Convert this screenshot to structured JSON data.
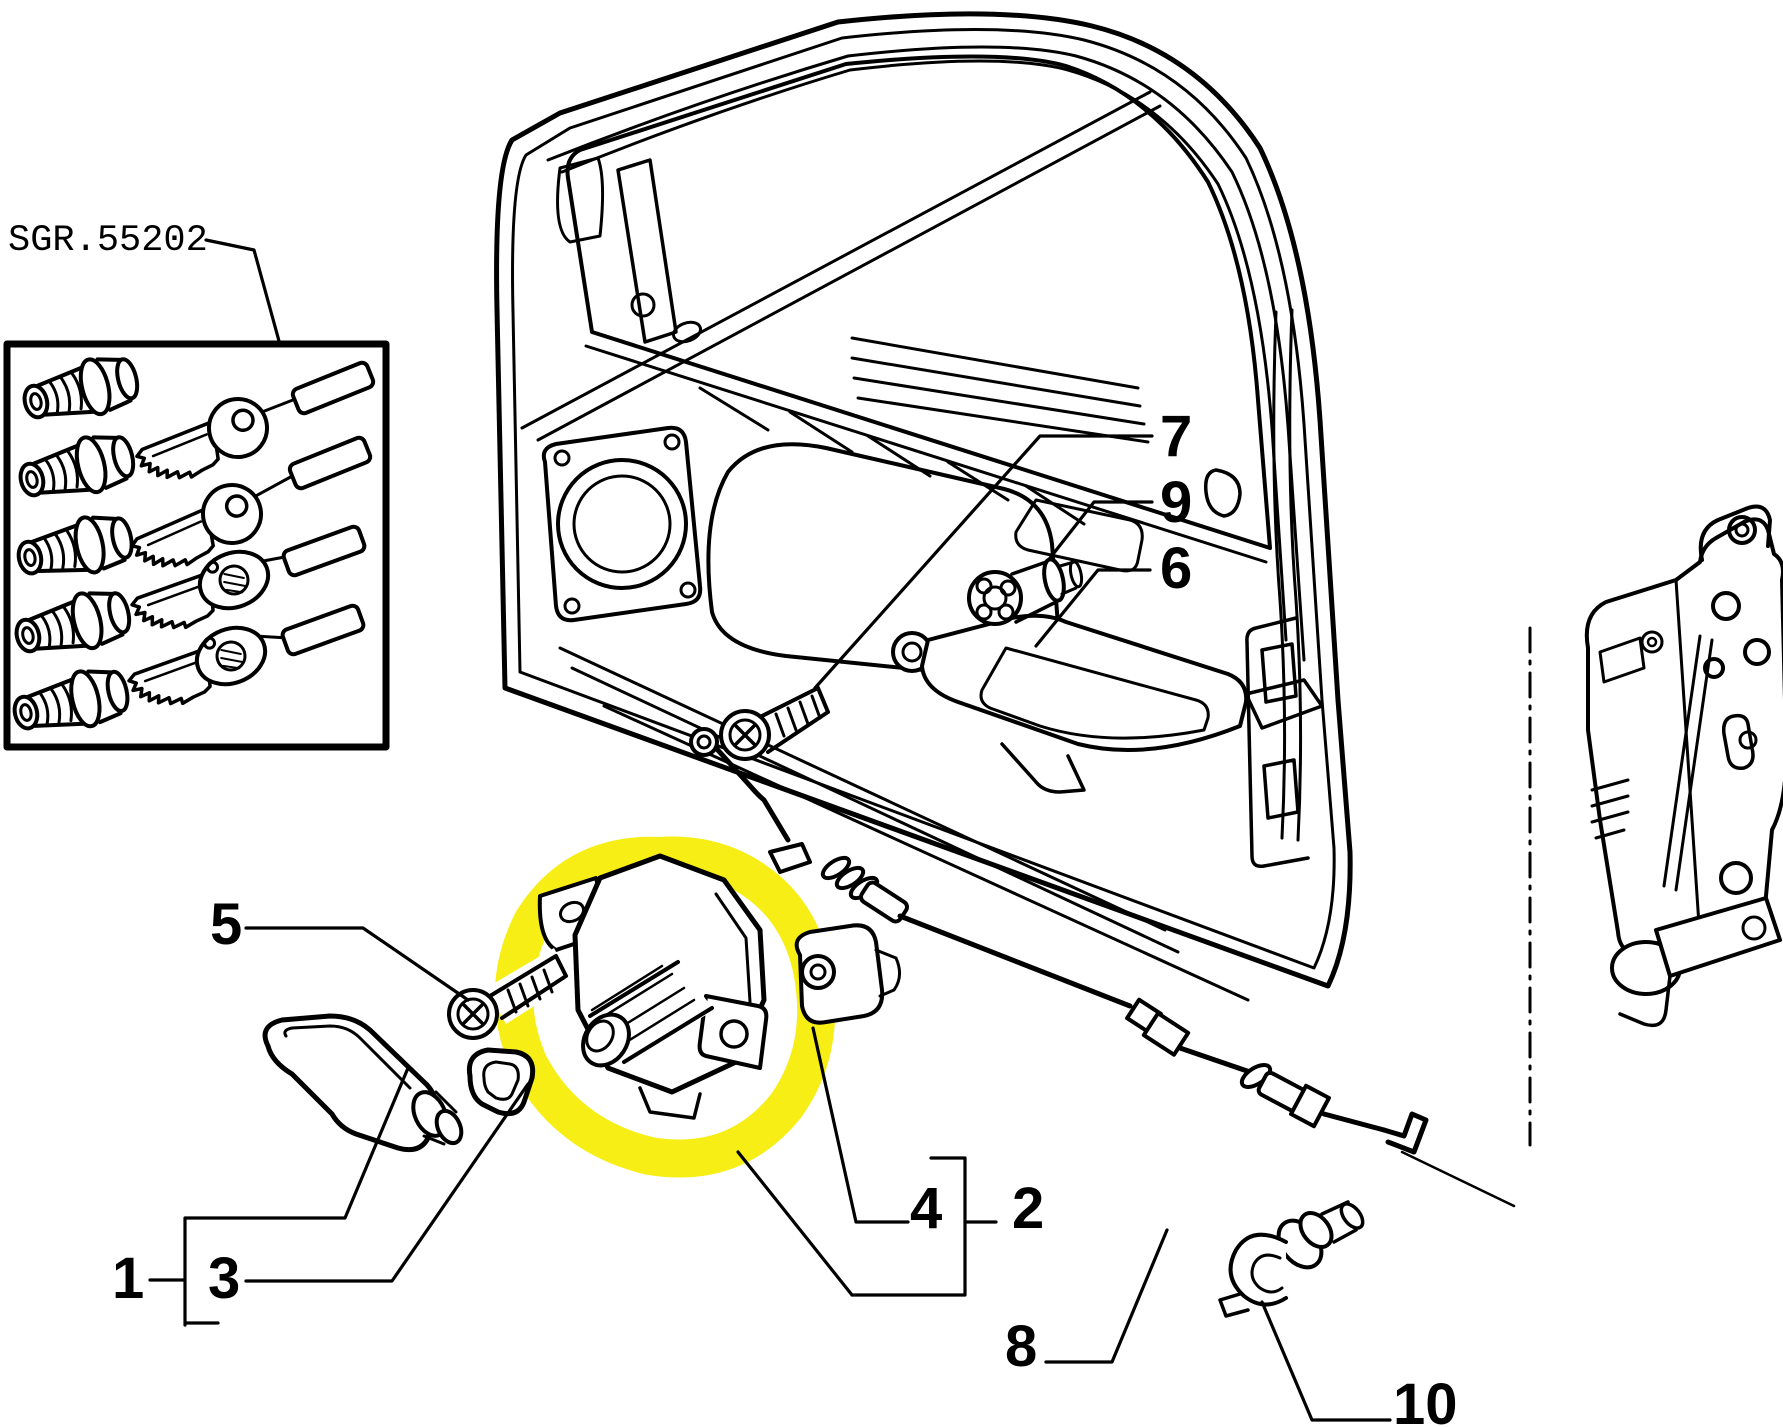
{
  "colors": {
    "background": "#ffffff",
    "line": "#000000",
    "highlight": "#f7ee15"
  },
  "labels": {
    "group_code": "SGR.55202",
    "callout_1": "1",
    "callout_2": "2",
    "callout_3": "3",
    "callout_4": "4",
    "callout_5": "5",
    "callout_6": "6",
    "callout_7": "7",
    "callout_8": "8",
    "callout_9": "9",
    "callout_10": "10"
  }
}
